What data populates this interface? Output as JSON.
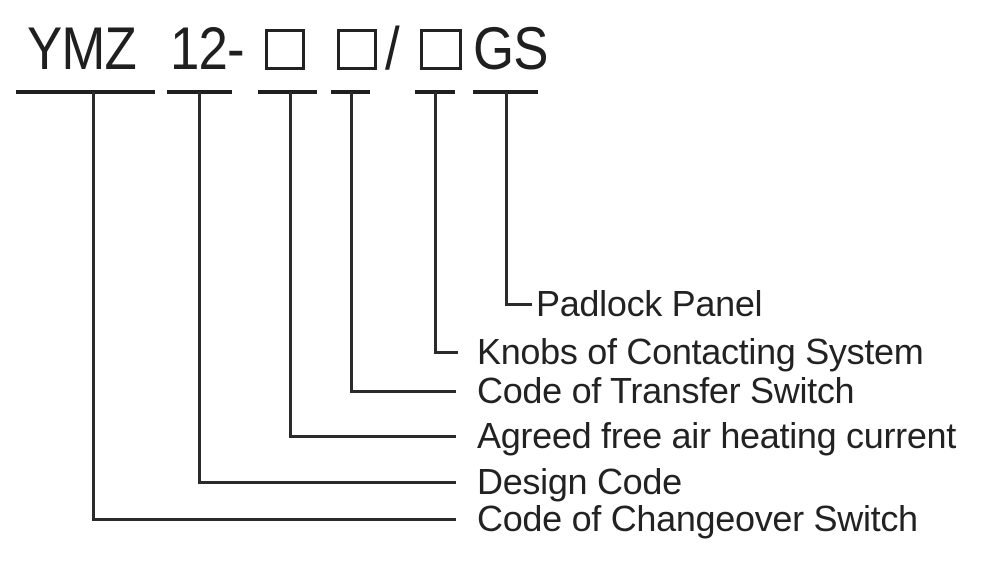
{
  "model_code": {
    "prefix": "YMZ",
    "design_number": "12-",
    "separator": "/",
    "suffix": "GS",
    "placeholder_boxes": 3
  },
  "labels": {
    "padlock": "Padlock Panel",
    "knobs": "Knobs of Contacting System",
    "transfer": "Code of Transfer Switch",
    "heating": "Agreed free air heating current",
    "design": "Design Code",
    "changeover": "Code of Changeover Switch"
  },
  "colors": {
    "ink": "#1f1f1f",
    "line": "#2b2b2b",
    "background": "#ffffff"
  }
}
